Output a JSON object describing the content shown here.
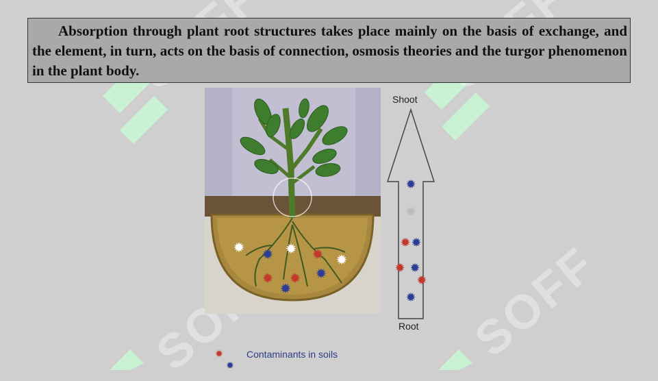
{
  "paragraph": {
    "text": "Absorption through plant root structures takes place mainly on the basis of exchange, and the element, in turn, acts on the basis of connection, osmosis theories and the turgor phenomenon in the plant body."
  },
  "figure": {
    "shoot_label": "Shoot",
    "root_label": "Root",
    "legend_label": "Contaminants in soils"
  },
  "watermark": {
    "text": "SOFF"
  },
  "colors": {
    "background": "#cfcfcf",
    "textbox_bg": "#a9a9a9",
    "legend_text": "#2d3d86",
    "contaminant_red": "#c0392b",
    "contaminant_blue": "#2c3e91",
    "watermark_green": "#bff0c8"
  }
}
